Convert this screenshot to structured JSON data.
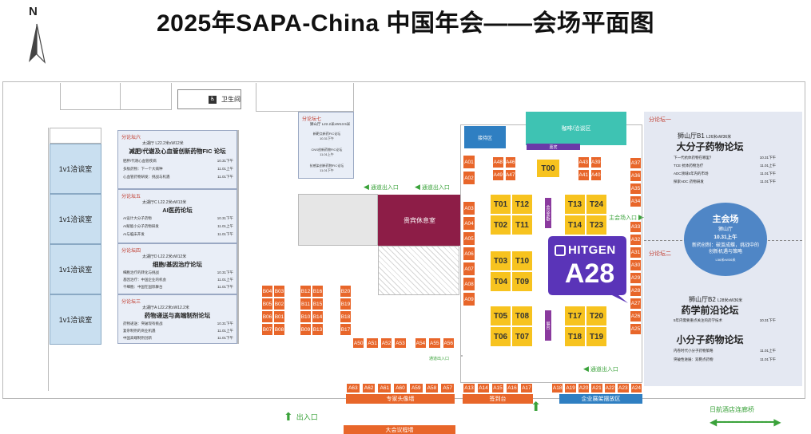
{
  "title": "2025年SAPA-China 中国年会——会场平面图",
  "north": "N",
  "restroom": {
    "label": "卫生间",
    "icon": "restroom-icon"
  },
  "nego_rooms": [
    "1v1洽谈室",
    "1v1洽谈室",
    "1v1洽谈室",
    "1v1洽谈室"
  ],
  "forums_left": [
    {
      "tag": "分论坛六",
      "meta": "太湖厅  L22.2米xW12米",
      "title": "减肥/代谢及心血管创新药物FIC 论坛",
      "rows": [
        [
          "肥胖/代谢心血管疾病",
          "10.31下午"
        ],
        [
          "多肽药物：下一个大病种",
          "11.01上午"
        ],
        [
          "心血管药物研发：挑战与机遇",
          "11.01下午"
        ]
      ]
    },
    {
      "tag": "分论坛五",
      "meta": "太湖厅C  L22.2米xW13米",
      "title": "AI医药论坛",
      "rows": [
        [
          "AI设计大分子药物",
          "10.31下午"
        ],
        [
          "AI赋能小分子药物研发",
          "11.01上午"
        ],
        [
          "AI与临床开发",
          "11.01下午"
        ]
      ]
    },
    {
      "tag": "分论坛四",
      "meta": "太湖厅D  L22.2米xW12米",
      "title": "细胞/基因治疗论坛",
      "rows": [
        [
          "细胞治疗的转化与挑战",
          "10.31下午"
        ],
        [
          "基因治疗：中国企业的机会",
          "11.01上午"
        ],
        [
          "千细胞：中国在国际舞台",
          "11.01下午"
        ]
      ]
    },
    {
      "tag": "分论坛三",
      "meta": "太湖厅A  L22.2米xW12.2米",
      "title": "药物递送与高端制剂论坛",
      "rows": [
        [
          "药物递送：突破现有挑战",
          "10.31下午"
        ],
        [
          "复杂制剂的商业机遇",
          "11.01上午"
        ],
        [
          "中国高端制剂创新",
          "11.01下午"
        ]
      ]
    }
  ],
  "forum_seven": {
    "tag": "分论坛七",
    "meta": "狮山厅  L22.2米xW13.5米",
    "rows": [
      [
        "新靶点新药FIC论坛",
        "10.31下午"
      ],
      [
        "CNS创新药物FIC论坛",
        "11.01上午"
      ],
      [
        "抗感染创新药物FIC论坛",
        "11.01下午"
      ]
    ]
  },
  "forum_one": {
    "tag": "分论坛一",
    "hall": "狮山厅B1",
    "meta": "L26米xW36米",
    "title": "大分子药物论坛",
    "rows": [
      [
        "下一代抗体药物在哪里？",
        "10.31下午"
      ],
      [
        "TCE 抗体药物治疗",
        "11.01上午"
      ],
      [
        "ADC领域5年内的市场",
        "11.01下午"
      ],
      [
        "探索ADC 药物研发",
        "11.01下午"
      ]
    ]
  },
  "forum_two": {
    "tag": "分论坛二",
    "hall": "狮山厅B2",
    "meta": "L28米xW36米",
    "title_a": "药学前沿论坛",
    "rows_a": [
      [
        "5年内需要重点关注的药学技术",
        "10.31下午"
      ]
    ],
    "title_b": "小分子药物论坛",
    "rows_b": [
      [
        "内卷时代小分子药物策略",
        "11.01上午"
      ],
      [
        "突破性进展：双靶点药物",
        "11.01下午"
      ]
    ]
  },
  "main_venue": {
    "title": "主会场",
    "hall": "狮山厅",
    "time": "10.31上午",
    "desc": "新药创制：破茧成蝶，挑战中的创新机遇与策略",
    "size": "L56米xW36米"
  },
  "places": {
    "vip": "贵宾休息室",
    "reception": "接待区",
    "coffee": "咖啡/洽谈区",
    "guest": "嘉宾",
    "sign": "签到台",
    "expert": "专家头像墙",
    "enterprise": "企业展架摆放区",
    "congress": "大会议程墙",
    "hotel": "日航酒店连廊桥",
    "exit": "出入口",
    "main_exit": "主会场入口",
    "passage_in1": "通道出入口",
    "passage_in2": "通道出入口",
    "passage_in3": "通道出入口",
    "passage_in4": "通道出入口"
  },
  "hitgen": {
    "brand": "HITGEN",
    "booth": "A28"
  },
  "booths_yellow": [
    "T00",
    "T01",
    "T12",
    "T02",
    "T11",
    "T03",
    "T10",
    "T04",
    "T09",
    "T05",
    "T08",
    "T06",
    "T07",
    "T13",
    "T24",
    "T14",
    "T23",
    "T17",
    "T20",
    "T18",
    "T19"
  ],
  "booths_b_left": [
    "B04",
    "B03",
    "B05",
    "B02",
    "B06",
    "B01",
    "B07",
    "B08"
  ],
  "booths_b_right": [
    "B12",
    "B16",
    "B11",
    "B15",
    "B10",
    "B14",
    "B09",
    "B13"
  ],
  "booths_b_col": [
    "B20",
    "B19",
    "B18",
    "B17"
  ],
  "booths_a_left_col": [
    "A01",
    "A02",
    "A03",
    "A04",
    "A05",
    "A06",
    "A07",
    "A08",
    "A09"
  ],
  "booths_a_right_col": [
    "A37",
    "A36",
    "A35",
    "A34",
    "A33",
    "A32",
    "A31",
    "A30",
    "A29",
    "A28",
    "A27",
    "A26",
    "A25"
  ],
  "booths_a_top": [
    "A48",
    "A46",
    "A49",
    "A47",
    "A43",
    "A39",
    "A41",
    "A40"
  ],
  "booths_a_mid": [
    "A50",
    "A51",
    "A52",
    "A53",
    "A54",
    "A55",
    "A56"
  ],
  "booths_a_bottom_left": [
    "A63",
    "A62",
    "A61",
    "A60",
    "A59",
    "A58",
    "A57"
  ],
  "booths_a_bottom_mid": [
    "A13",
    "A14",
    "A15",
    "A16",
    "A17"
  ],
  "booths_a_bottom_right": [
    "A18",
    "A19",
    "A20",
    "A21",
    "A22",
    "A23",
    "A24"
  ],
  "purple_bar_labels": [
    "会议茶歇",
    "展台"
  ],
  "colors": {
    "orange": "#e8662a",
    "yellow": "#f7c31f",
    "blue": "#2f7fc2",
    "teal": "#3ec3b3",
    "purple": "#5a34b8",
    "maroon": "#8d1d47",
    "main_venue": "#4f86c6",
    "nego": "#c9dff0"
  }
}
